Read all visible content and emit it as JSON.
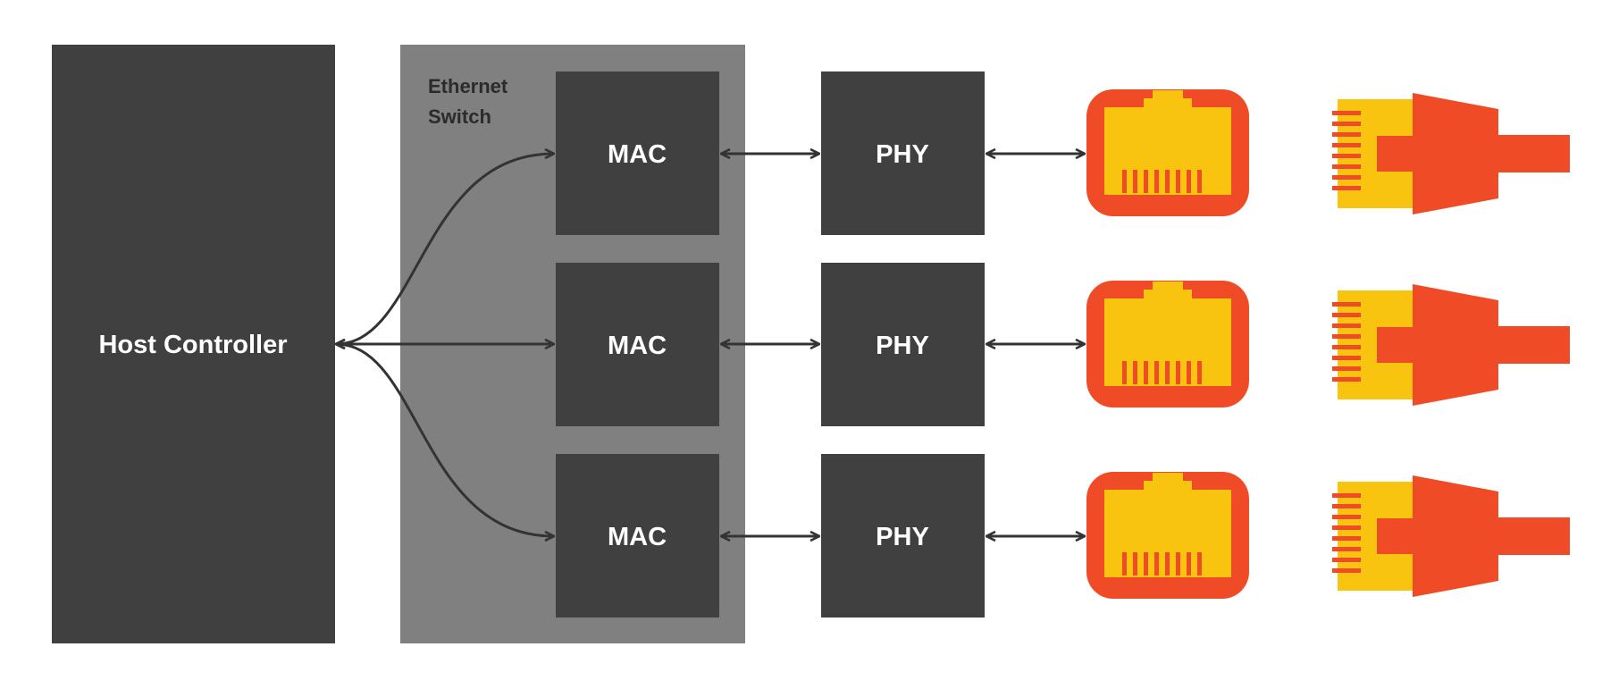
{
  "colors": {
    "block": "#404040",
    "switch_fill": "#808080",
    "arrow": "#333333",
    "jack_outer": "#ef4b27",
    "jack_inner": "#f8c40f"
  },
  "host": {
    "label": "Host Controller"
  },
  "switch": {
    "label_line1": "Ethernet",
    "label_line2": "Switch"
  },
  "ports": [
    {
      "mac_label": "MAC",
      "phy_label": "PHY",
      "jack_icon": "rj45-jack-icon",
      "plug_icon": "rj45-plug-icon"
    },
    {
      "mac_label": "MAC",
      "phy_label": "PHY",
      "jack_icon": "rj45-jack-icon",
      "plug_icon": "rj45-plug-icon"
    },
    {
      "mac_label": "MAC",
      "phy_label": "PHY",
      "jack_icon": "rj45-jack-icon",
      "plug_icon": "rj45-plug-icon"
    }
  ]
}
